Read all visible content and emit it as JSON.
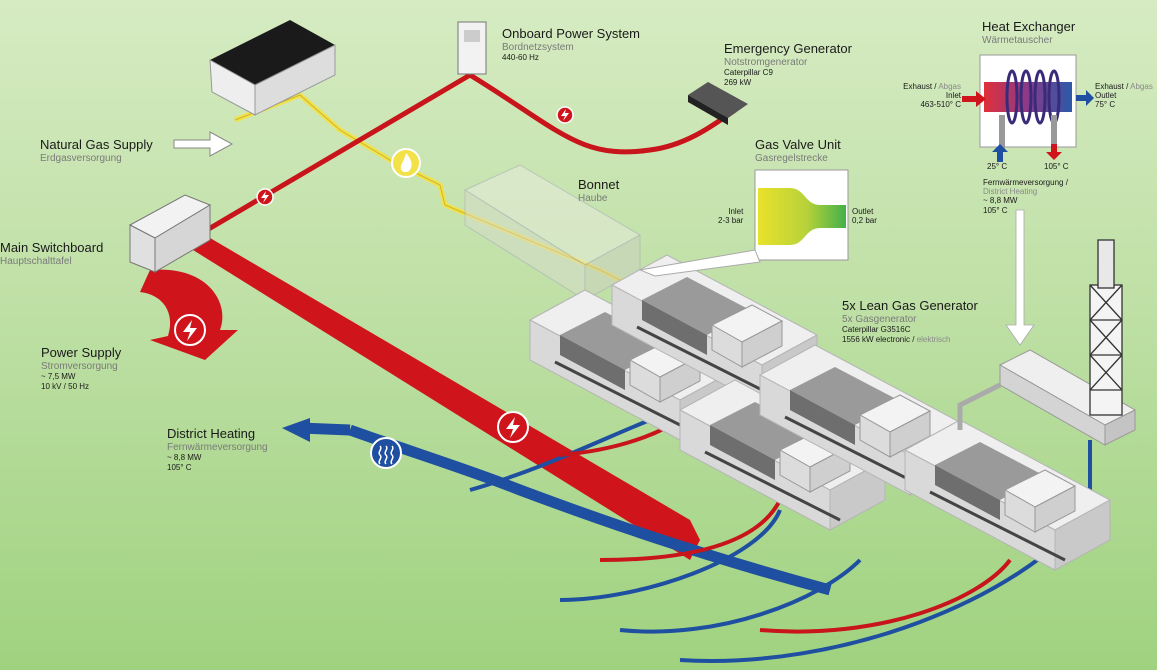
{
  "colors": {
    "background": "#b8dd9f",
    "power": "#d0141b",
    "district_heating": "#1f4fa0",
    "gas": "#f3e14a",
    "housing": "#e6e6e6"
  },
  "labels": {
    "natural_gas": {
      "title": "Natural Gas Supply",
      "subtitle": "Erdgasversorgung"
    },
    "onboard": {
      "title": "Onboard Power System",
      "subtitle": "Bordnetzsystem",
      "detail": "440-60 Hz"
    },
    "emergency": {
      "title": "Emergency Generator",
      "subtitle": "Notstromgenerator",
      "detail1": "Caterpillar C9",
      "detail2": "269 kW"
    },
    "gas_valve": {
      "title": "Gas Valve Unit",
      "subtitle": "Gasregelstrecke",
      "inlet": "Inlet",
      "inlet_value": "2-3 bar",
      "outlet": "Outlet",
      "outlet_value": "0,2 bar"
    },
    "bonnet": {
      "title": "Bonnet",
      "subtitle": "Haube"
    },
    "switchboard": {
      "title": "Main Switchboard",
      "subtitle": "Hauptschalttafel"
    },
    "power_supply": {
      "title": "Power Supply",
      "subtitle": "Stromversorgung",
      "detail1": "~ 7,5 MW",
      "detail2": "10 kV / 50 Hz"
    },
    "district_heating": {
      "title": "District Heating",
      "subtitle": "Fernwärmeversorgung",
      "detail1": "~ 8,8 MW",
      "detail2": "105° C"
    },
    "lean_gas": {
      "title": "5x Lean Gas Generator",
      "subtitle": "5x Gasgenerator",
      "detail1": "Caterpillar G3516C",
      "detail2a": "1556 kW electronic / ",
      "detail2b": "elektrisch"
    },
    "heat_exchanger": {
      "title": "Heat Exchanger",
      "subtitle": "Wärmetauscher",
      "exhaust_in_a": "Exhaust / ",
      "exhaust_in_b": "Abgas",
      "inlet": "Inlet",
      "inlet_temp": "463-510° C",
      "exhaust_out_a": "Exhaust / ",
      "exhaust_out_b": "Abgas",
      "outlet": "Outlet",
      "outlet_temp": "75° C",
      "cold_temp": "25° C",
      "hot_temp": "105° C",
      "supply_a": "Fernwärmeversorgung / ",
      "supply_b": "District Heating",
      "supply_power": "~ 8,8 MW",
      "supply_temp": "105° C"
    }
  },
  "icons": {
    "power": "lightning-bolt-icon",
    "gas": "flame-icon",
    "heat": "heat-waves-icon"
  }
}
